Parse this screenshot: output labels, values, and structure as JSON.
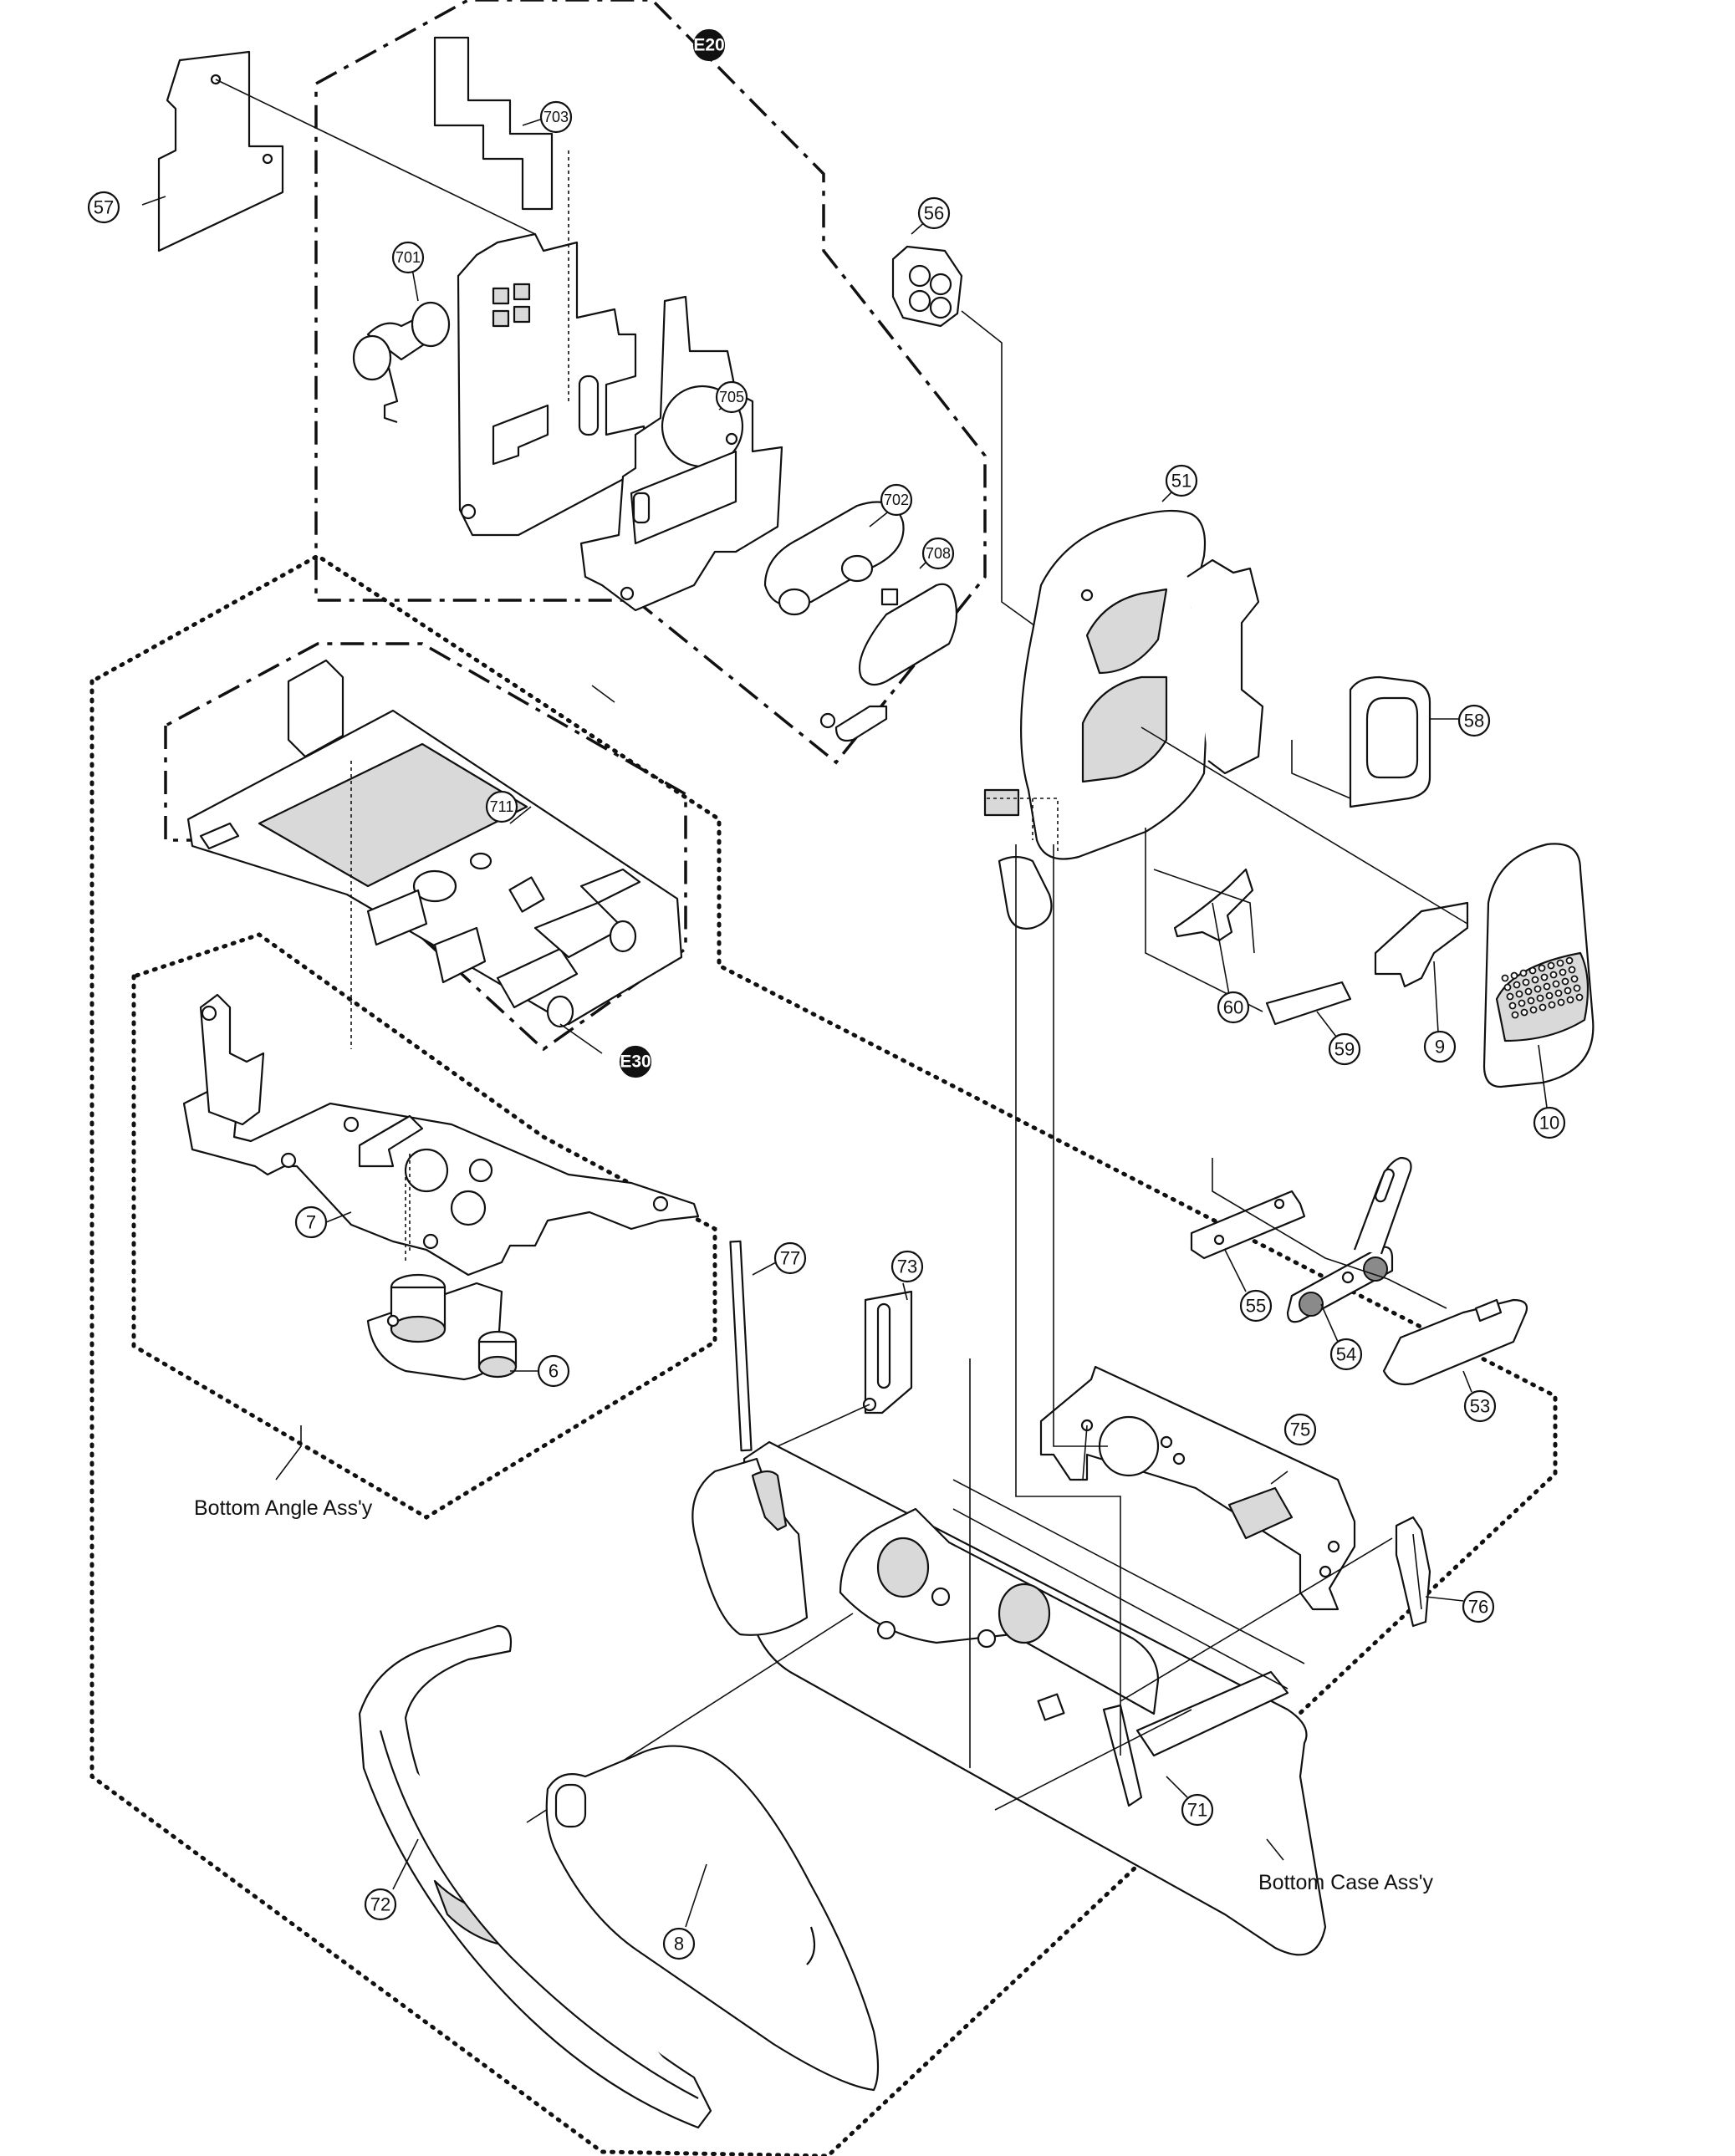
{
  "callouts": [
    {
      "id": "E20",
      "style": "inverted"
    },
    {
      "id": "E30",
      "style": "inverted"
    },
    {
      "id": "703"
    },
    {
      "id": "701"
    },
    {
      "id": "705"
    },
    {
      "id": "702"
    },
    {
      "id": "708"
    },
    {
      "id": "711"
    },
    {
      "id": "57"
    },
    {
      "id": "56"
    },
    {
      "id": "51"
    },
    {
      "id": "58"
    },
    {
      "id": "60"
    },
    {
      "id": "59"
    },
    {
      "id": "9"
    },
    {
      "id": "10"
    },
    {
      "id": "55"
    },
    {
      "id": "54"
    },
    {
      "id": "53"
    },
    {
      "id": "7"
    },
    {
      "id": "6"
    },
    {
      "id": "77"
    },
    {
      "id": "73"
    },
    {
      "id": "75"
    },
    {
      "id": "76"
    },
    {
      "id": "71"
    },
    {
      "id": "72"
    },
    {
      "id": "8"
    }
  ],
  "assemblies": {
    "bottom_angle": "Bottom Angle Ass'y",
    "bottom_case": "Bottom Case Ass'y"
  }
}
